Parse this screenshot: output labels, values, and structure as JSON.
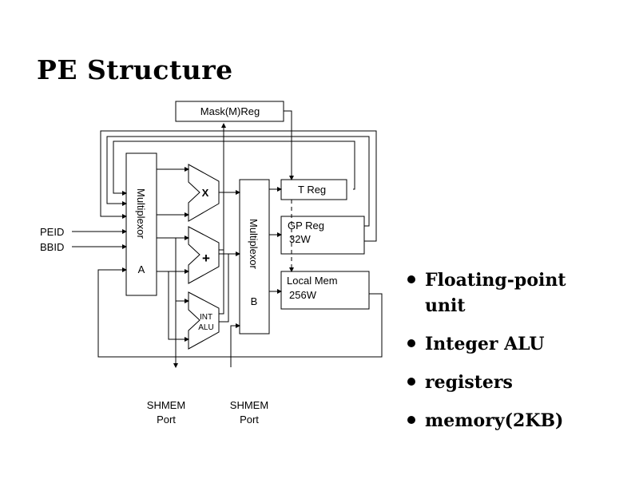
{
  "title": "PE Structure",
  "diagram": {
    "mask_reg": "Mask(M)Reg",
    "mux_a_label": "Multiplexor",
    "mux_a_letter": "A",
    "mux_b_label": "Multiplexor",
    "mux_b_letter": "B",
    "mult_unit": "X",
    "add_unit": "+",
    "int_alu_line1": "INT",
    "int_alu_line2": "ALU",
    "t_reg": "T Reg",
    "gp_reg_line1": "GP Reg",
    "gp_reg_line2": "32W",
    "local_mem_line1": "Local Mem",
    "local_mem_line2": "256W",
    "peid": "PEID",
    "bbid": "BBID",
    "shmem_port_1_line1": "SHMEM",
    "shmem_port_1_line2": "Port",
    "shmem_port_2_line1": "SHMEM",
    "shmem_port_2_line2": "Port"
  },
  "bullets": [
    {
      "text": "Floating-point unit"
    },
    {
      "text": "Integer ALU"
    },
    {
      "text": "registers"
    },
    {
      "text": "memory(2KB)"
    }
  ]
}
